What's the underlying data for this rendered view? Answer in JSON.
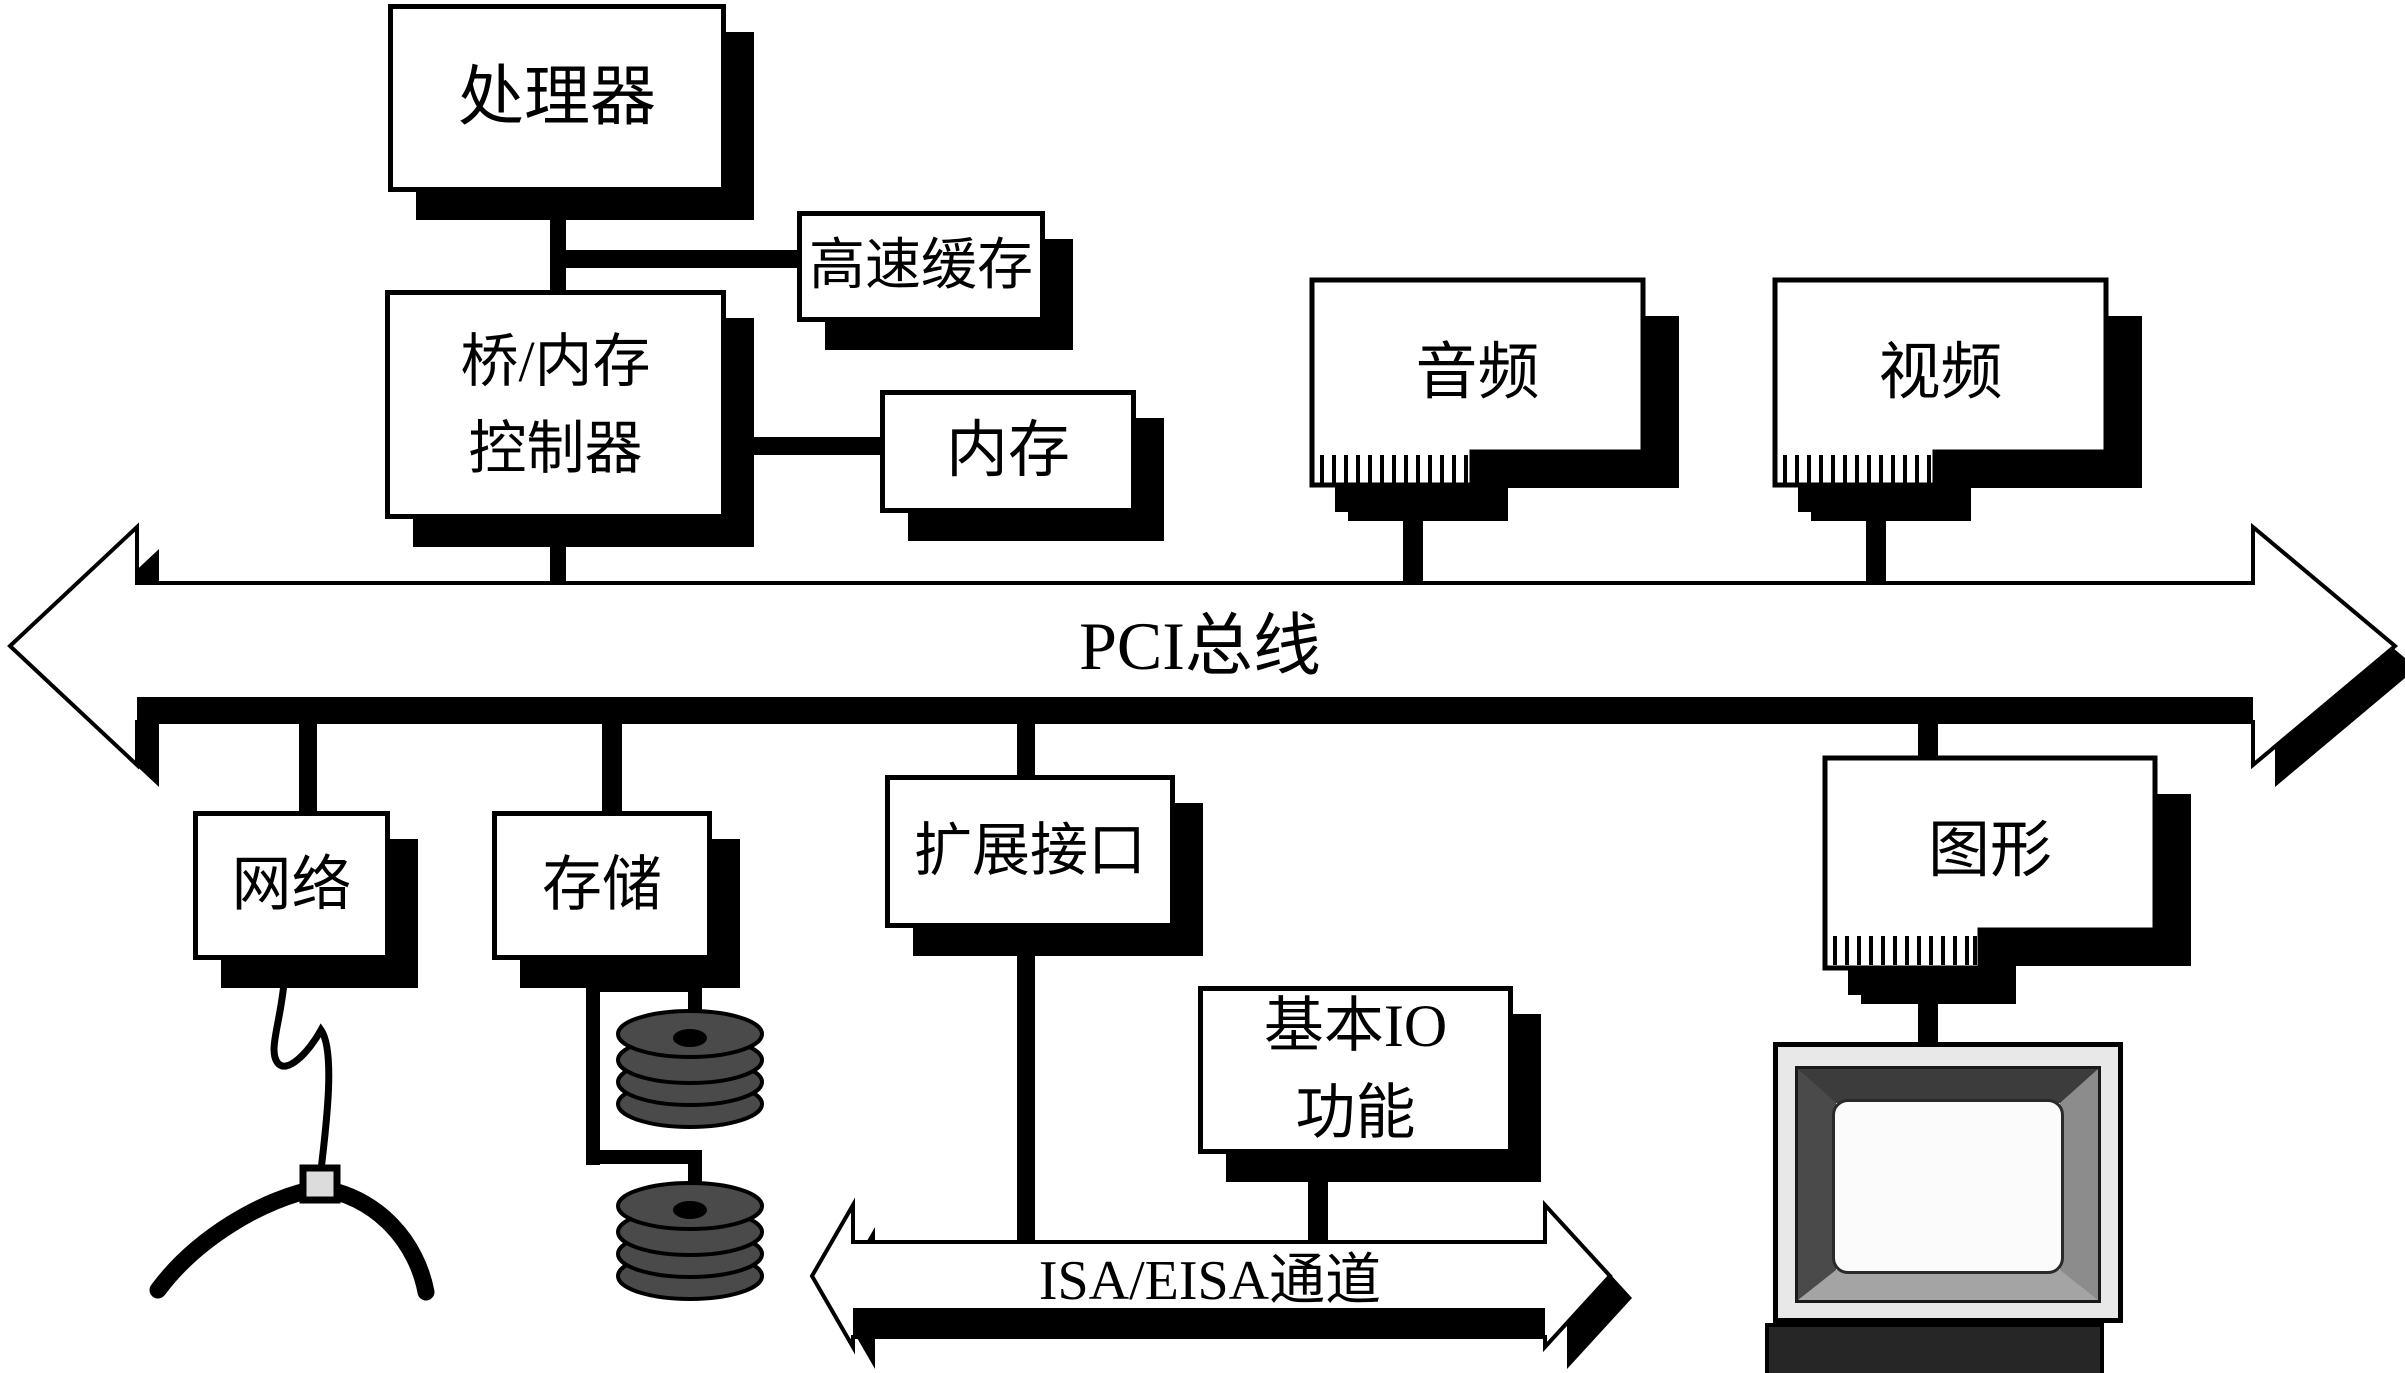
{
  "diagram": {
    "nodes": {
      "processor": {
        "label": "处理器"
      },
      "cache": {
        "label": "高速缓存"
      },
      "bridge": {
        "label_line1": "桥/内存",
        "label_line2": "控制器"
      },
      "memory": {
        "label": "内存"
      },
      "audio": {
        "label": "音频"
      },
      "video": {
        "label": "视频"
      },
      "network": {
        "label": "网络"
      },
      "storage": {
        "label": "存储"
      },
      "expansion": {
        "label": "扩展接口"
      },
      "basic_io": {
        "label_line1": "基本IO",
        "label_line2": "功能"
      },
      "graphics": {
        "label": "图形"
      }
    },
    "buses": {
      "pci": {
        "label": "PCI总线"
      },
      "isa": {
        "label": "ISA/EISA通道"
      }
    },
    "colors": {
      "ink": "#000000",
      "disk_platter": "#4a4a4a",
      "cable_tap": "#dcdcdc",
      "monitor_bezel": "#e8e8e8",
      "monitor_frame_dark": "#3c3c3c",
      "monitor_frame_light": "#8c8c8c",
      "monitor_screen": "#fbfbfb",
      "monitor_base": "#262626"
    }
  }
}
